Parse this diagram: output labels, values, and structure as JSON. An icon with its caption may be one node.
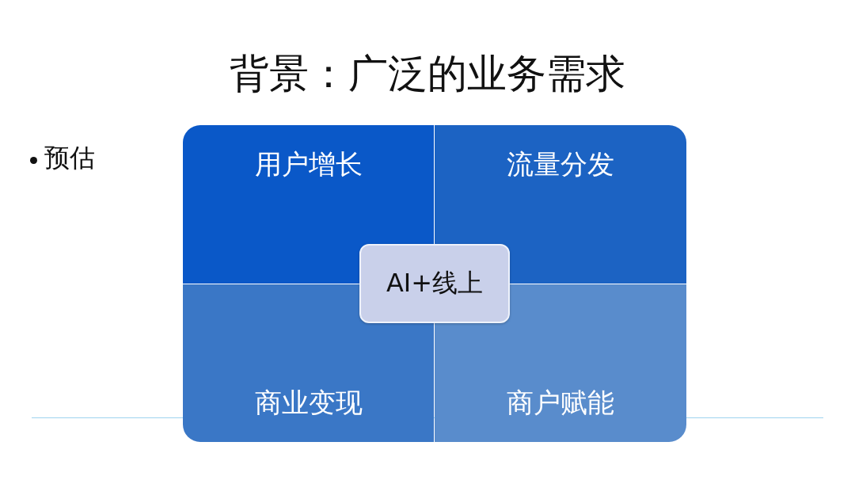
{
  "diagram": {
    "title": "背景：广泛的业务需求",
    "nodes": [
      {
        "text": [
          "用户增长"
        ]
      },
      {
        "text": [
          "流量分发"
        ]
      },
      {
        "text": [
          "商业变现"
        ]
      },
      {
        "text": [
          "商户赋能"
        ]
      },
      {
        "text": [
          "AI+线上"
        ]
      }
    ],
    "labels": [
      "预估"
    ]
  }
}
